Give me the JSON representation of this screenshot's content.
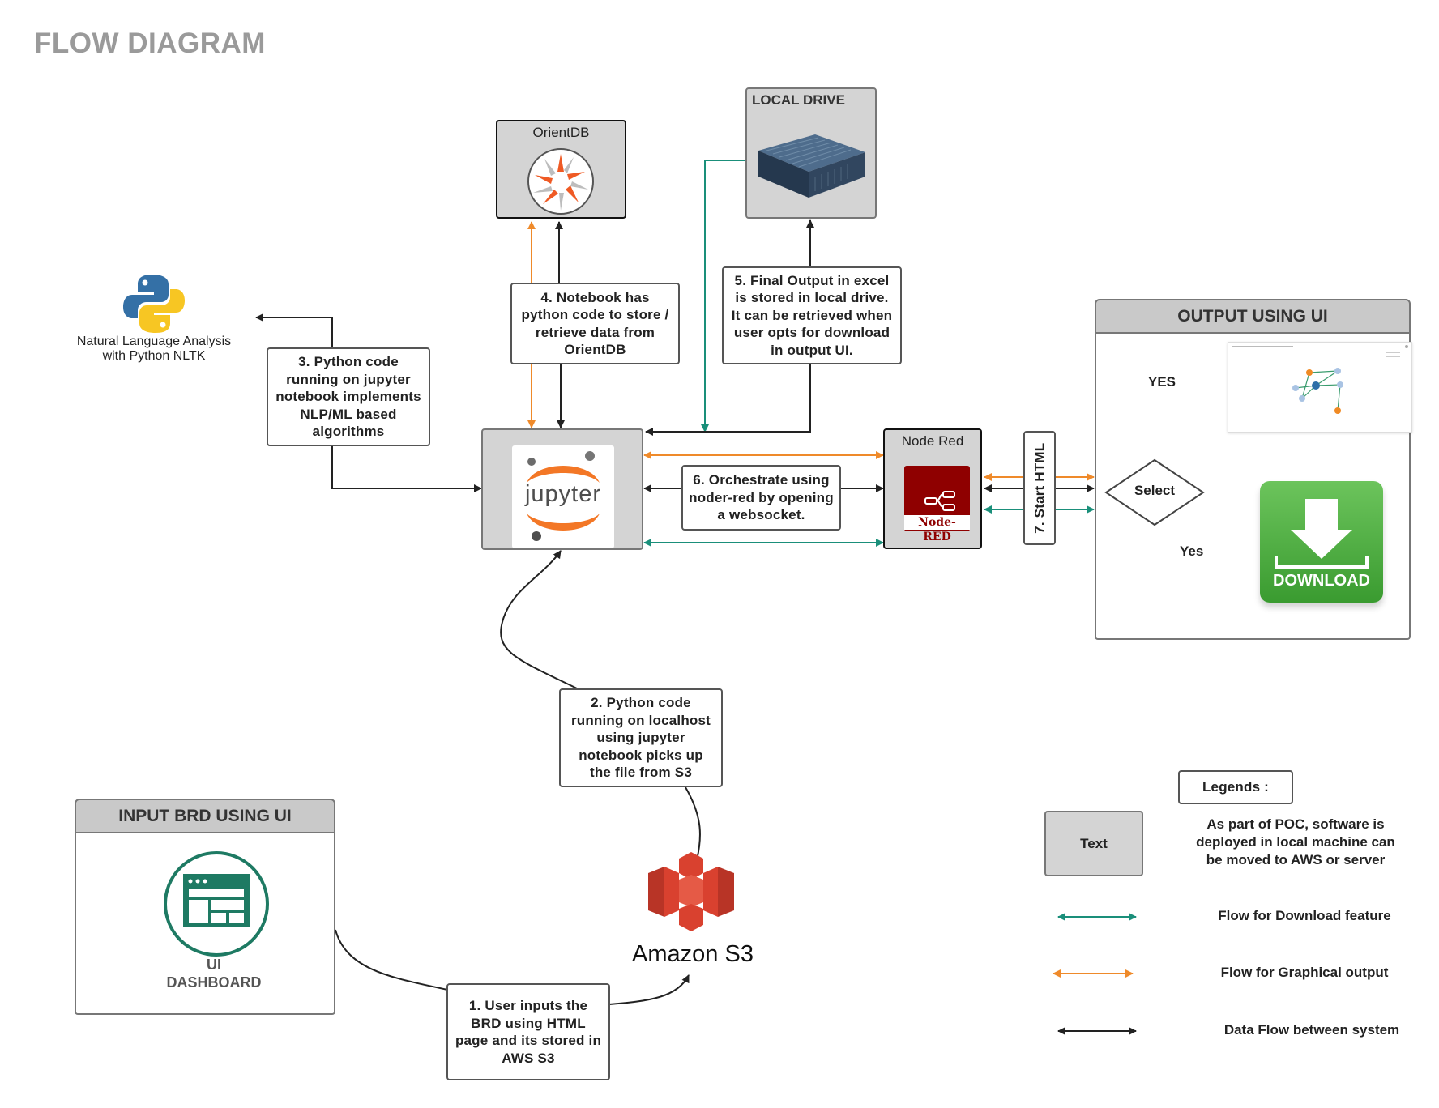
{
  "title": "FLOW DIAGRAM",
  "nodes": {
    "orientdb": {
      "label": "OrientDB"
    },
    "local_drive": {
      "label": "LOCAL DRIVE"
    },
    "python": {
      "caption": "Natural Language Analysis\nwith Python NLTK"
    },
    "node_red": {
      "label": "Node Red",
      "logo_text": "Node-RED"
    },
    "jupyter": {
      "logo_text": "jupyter"
    },
    "s3": {
      "label": "Amazon S3"
    },
    "start_html": {
      "label": "7. Start HTML"
    },
    "dashboard": {
      "line1": "UI",
      "line2": "DASHBOARD"
    }
  },
  "steps": {
    "step1": "1. User inputs the\nBRD using HTML\npage and its stored in\nAWS S3",
    "step2": "2. Python code\nrunning on  localhost\nusing jupyter\nnotebook picks up\nthe file from S3",
    "step3": "3. Python code\nrunning on jupyter\nnotebook implements\nNLP/ML based\nalgorithms",
    "step4": "4. Notebook has\npython code to store /\nretrieve data from\nOrientDB",
    "step5": "5. Final Output in excel\nis stored in local drive.\nIt can be retrieved when\nuser opts for download\nin output UI.",
    "step6": "6. Orchestrate using\nnoder-red by opening\na websocket."
  },
  "output_panel": {
    "header": "OUTPUT USING UI",
    "yes_upper": "YES",
    "decision": "Select",
    "yes_lower": "Yes",
    "download": "DOWNLOAD"
  },
  "input_panel": {
    "header": "INPUT BRD USING UI"
  },
  "legend": {
    "title": "Legends :",
    "sample_text": "Text",
    "poc_note": "As part of POC, software is\ndeployed in local machine  can\nbe moved to AWS or server",
    "teal": "Flow for Download feature",
    "orange": "Flow for Graphical  output",
    "black": "Data Flow between system"
  },
  "colors": {
    "teal": "#1a8f7a",
    "orange": "#ef8a2a",
    "black": "#222222",
    "gray_fill": "#d4d4d4",
    "s3_red": "#d9412f",
    "node_red": "#8f0000",
    "download_green": "#3fa535"
  }
}
